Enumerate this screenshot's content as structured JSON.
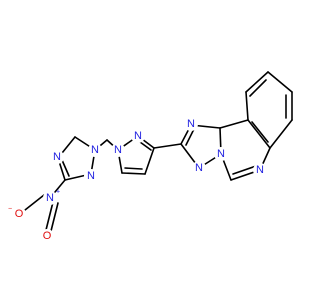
{
  "molecule": {
    "atom_labels": {
      "nitro_o_minus": "O",
      "nitro_n_plus": "N",
      "triazole_n4": "N",
      "triazole_n2": "N",
      "triazole_n1": "N",
      "pyrazole_n1": "N",
      "pyrazole_n2": "N",
      "fused_n_top": "N",
      "fused_n_bottom_left": "N",
      "fused_n_bottom_right": "N",
      "quinazoline_n": "N"
    },
    "charges": {
      "o_minus": "−",
      "n_plus": "+"
    },
    "colors": {
      "bond": "#000000",
      "nitrogen": "#1f1fe0",
      "oxygen": "#e01010"
    }
  }
}
